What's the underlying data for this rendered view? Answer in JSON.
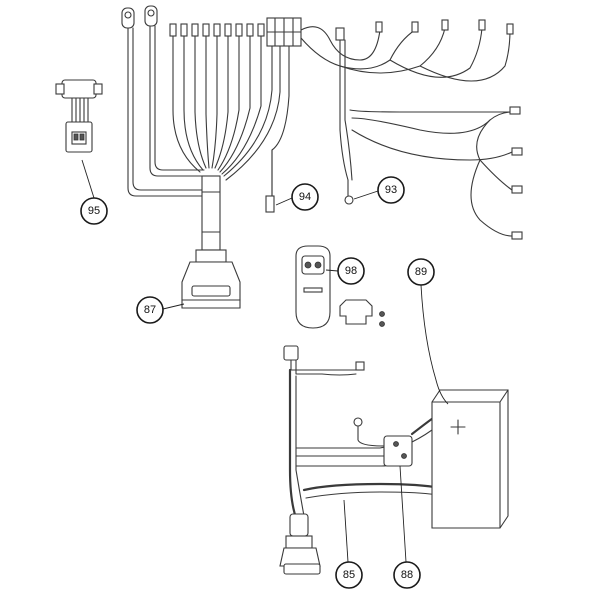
{
  "callouts": {
    "c95": "95",
    "c94": "94",
    "c93": "93",
    "c98": "98",
    "c89": "89",
    "c87": "87",
    "c85": "85",
    "c88": "88"
  }
}
